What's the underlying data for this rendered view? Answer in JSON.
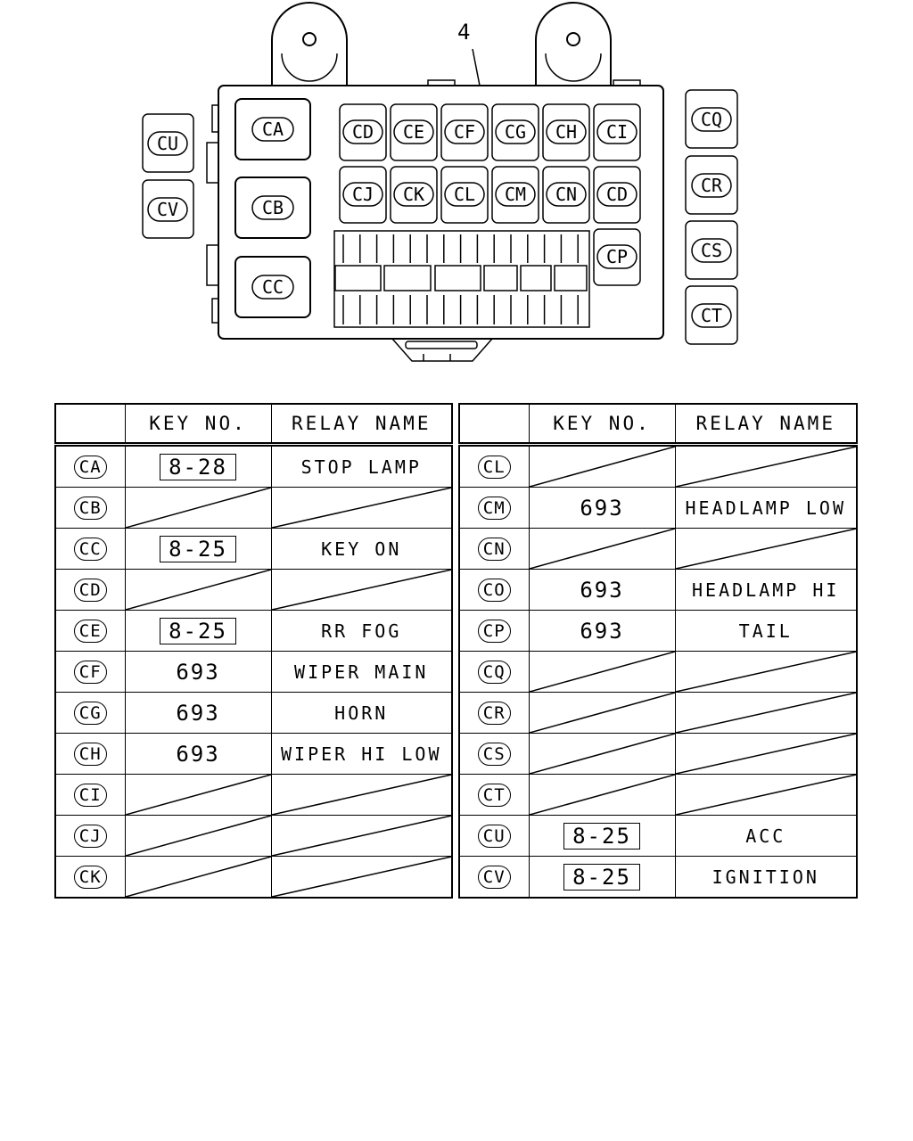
{
  "diagram": {
    "callout": "4",
    "codes": {
      "CA": "CA",
      "CB": "CB",
      "CC": "CC",
      "CD1": "CD",
      "CE": "CE",
      "CF": "CF",
      "CG": "CG",
      "CH": "CH",
      "CI": "CI",
      "CJ": "CJ",
      "CK": "CK",
      "CL": "CL",
      "CM": "CM",
      "CN": "CN",
      "CD2": "CD",
      "CP": "CP",
      "CQ": "CQ",
      "CR": "CR",
      "CS": "CS",
      "CT": "CT",
      "CU": "CU",
      "CV": "CV"
    }
  },
  "table_left": {
    "headers": [
      "",
      "KEY NO.",
      "RELAY NAME"
    ],
    "rows": [
      {
        "code": "CA",
        "key": "8-28",
        "boxed": true,
        "name": "STOP LAMP"
      },
      {
        "code": "CB",
        "key": "",
        "boxed": false,
        "name": ""
      },
      {
        "code": "CC",
        "key": "8-25",
        "boxed": true,
        "name": "KEY ON"
      },
      {
        "code": "CD",
        "key": "",
        "boxed": false,
        "name": ""
      },
      {
        "code": "CE",
        "key": "8-25",
        "boxed": true,
        "name": "RR FOG"
      },
      {
        "code": "CF",
        "key": "693",
        "boxed": false,
        "name": "WIPER MAIN"
      },
      {
        "code": "CG",
        "key": "693",
        "boxed": false,
        "name": "HORN"
      },
      {
        "code": "CH",
        "key": "693",
        "boxed": false,
        "name": "WIPER HI LOW"
      },
      {
        "code": "CI",
        "key": "",
        "boxed": false,
        "name": ""
      },
      {
        "code": "CJ",
        "key": "",
        "boxed": false,
        "name": ""
      },
      {
        "code": "CK",
        "key": "",
        "boxed": false,
        "name": ""
      }
    ]
  },
  "table_right": {
    "headers": [
      "",
      "KEY NO.",
      "RELAY NAME"
    ],
    "rows": [
      {
        "code": "CL",
        "key": "",
        "boxed": false,
        "name": ""
      },
      {
        "code": "CM",
        "key": "693",
        "boxed": false,
        "name": "HEADLAMP LOW"
      },
      {
        "code": "CN",
        "key": "",
        "boxed": false,
        "name": ""
      },
      {
        "code": "CO",
        "key": "693",
        "boxed": false,
        "name": "HEADLAMP HI"
      },
      {
        "code": "CP",
        "key": "693",
        "boxed": false,
        "name": "TAIL"
      },
      {
        "code": "CQ",
        "key": "",
        "boxed": false,
        "name": ""
      },
      {
        "code": "CR",
        "key": "",
        "boxed": false,
        "name": ""
      },
      {
        "code": "CS",
        "key": "",
        "boxed": false,
        "name": ""
      },
      {
        "code": "CT",
        "key": "",
        "boxed": false,
        "name": ""
      },
      {
        "code": "CU",
        "key": "8-25",
        "boxed": true,
        "name": "ACC"
      },
      {
        "code": "CV",
        "key": "8-25",
        "boxed": true,
        "name": "IGNITION"
      }
    ]
  }
}
